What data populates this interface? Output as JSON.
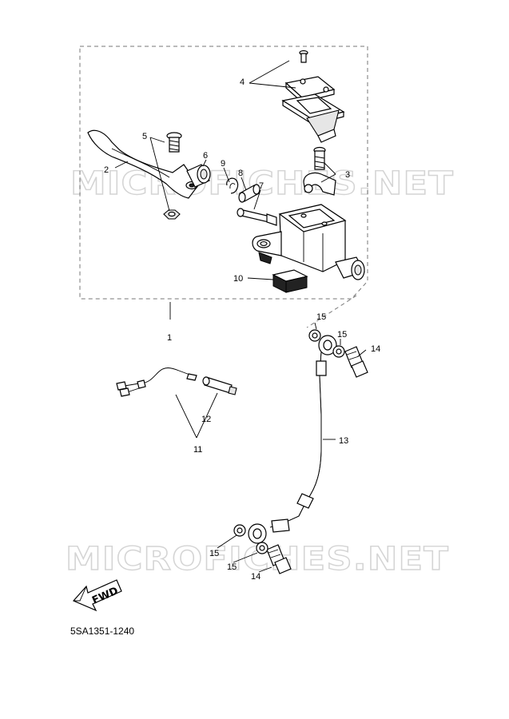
{
  "watermark": "MICROFICHES.NET",
  "diagram_code": "5SA1351-1240",
  "direction_arrow": "FWD",
  "callouts": {
    "c1": "1",
    "c2": "2",
    "c3": "3",
    "c4": "4",
    "c5": "5",
    "c6": "6",
    "c7": "7",
    "c8": "8",
    "c9": "9",
    "c10": "10",
    "c11": "11",
    "c12": "12",
    "c13": "13",
    "c14a": "14",
    "c14b": "14",
    "c15a": "15",
    "c15b": "15",
    "c15c": "15",
    "c15d": "15"
  }
}
